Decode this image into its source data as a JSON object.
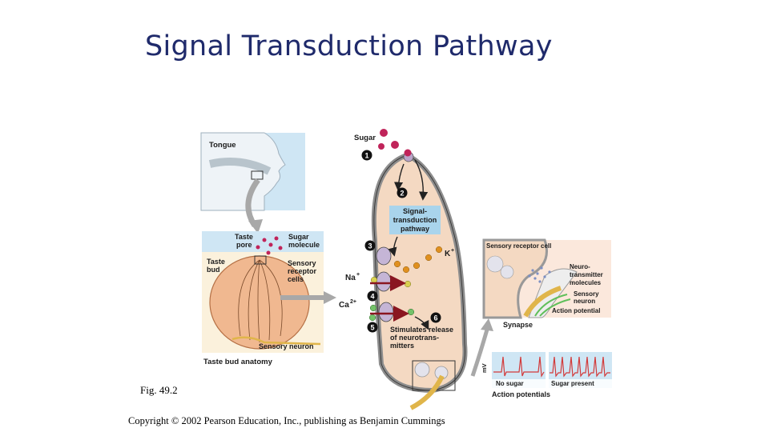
{
  "slide": {
    "title": "Signal Transduction Pathway",
    "figure_label": "Fig. 49.2",
    "copyright": "Copyright © 2002 Pearson Education, Inc., publishing as Benjamin Cummings"
  },
  "diagram": {
    "tongue_label": "Tongue",
    "taste_pore": [
      "Taste",
      "pore"
    ],
    "sugar_molecule": [
      "Sugar",
      "molecule"
    ],
    "taste_bud": [
      "Taste",
      "bud"
    ],
    "sensory_receptor_cells": [
      "Sensory",
      "receptor",
      "cells"
    ],
    "sensory_neuron": "Sensory neuron",
    "taste_bud_anatomy": "Taste bud anatomy",
    "sugar": "Sugar",
    "step_numbers": [
      "1",
      "2",
      "3",
      "4",
      "5",
      "6"
    ],
    "signal_pathway": [
      "Signal-",
      "transduction",
      "pathway"
    ],
    "k_ion": "K",
    "na_ion": "Na",
    "ca_ion": "Ca",
    "ca_charge": "2+",
    "plus": "+",
    "stimulates_release": [
      "Stimulates release",
      "of neurotrans-",
      "mitters"
    ],
    "sensory_receptor_cell": "Sensory receptor cell",
    "neurotransmitter_molecules": [
      "Neuro-",
      "transmitter",
      "molecules"
    ],
    "sensory_neuron_right": [
      "Sensory",
      "neuron"
    ],
    "action_potential": "Action potential",
    "synapse": "Synapse",
    "mv": "mV",
    "no_sugar": "No sugar",
    "sugar_present": "Sugar present",
    "action_potentials": "Action potentials"
  },
  "colors": {
    "title": "#1f2a6b",
    "tongue_bg": "#cfe6f4",
    "cell_fill": "#f4d9c2",
    "bud_fill": "#f0b890",
    "pathway_box": "#a9d4ec",
    "trace": "#d23a3a",
    "sugar_mol": "#c0245a",
    "k_ion": "#e0901f",
    "na_ion": "#d8d050",
    "ca_ion": "#74c26a"
  }
}
